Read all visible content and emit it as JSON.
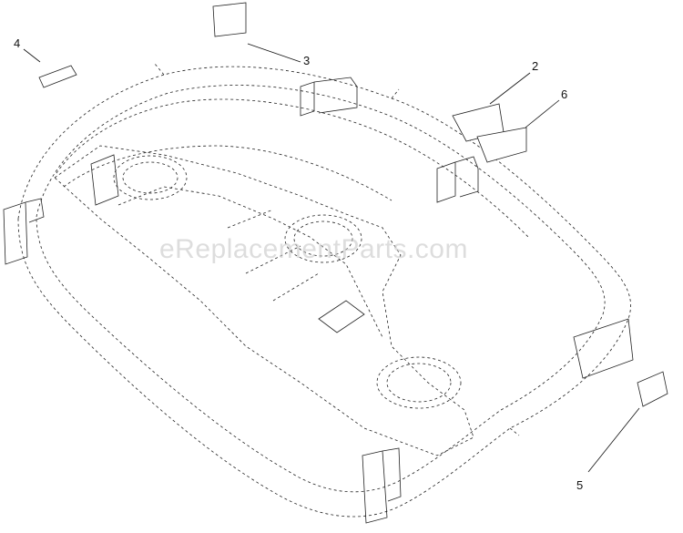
{
  "watermark": "eReplacementParts.com",
  "callouts": [
    {
      "id": "c1",
      "label": "2"
    },
    {
      "id": "c2",
      "label": "3"
    },
    {
      "id": "c3",
      "label": "4"
    },
    {
      "id": "c4",
      "label": "5"
    },
    {
      "id": "c5",
      "label": "6"
    }
  ]
}
